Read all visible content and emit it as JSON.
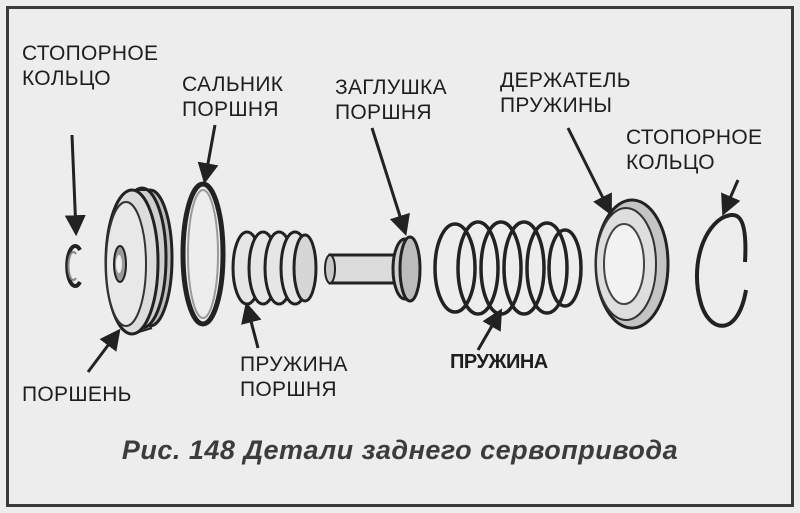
{
  "labels": {
    "snap_ring_left": [
      "СТОПОРНОЕ",
      "КОЛЬЦО"
    ],
    "piston_seal": [
      "САЛЬНИК",
      "ПОРШНЯ"
    ],
    "piston_plug": [
      "ЗАГЛУШКА",
      "ПОРШНЯ"
    ],
    "spring_retainer": [
      "ДЕРЖАТЕЛЬ",
      "ПРУЖИНЫ"
    ],
    "snap_ring_right": [
      "СТОПОРНОЕ",
      "КОЛЬЦО"
    ],
    "piston": "ПОРШЕНЬ",
    "piston_spring": [
      "ПРУЖИНА",
      "ПОРШНЯ"
    ],
    "spring": "ПРУЖИНА"
  },
  "caption": "Рис. 148 Детали заднего сервопривода"
}
